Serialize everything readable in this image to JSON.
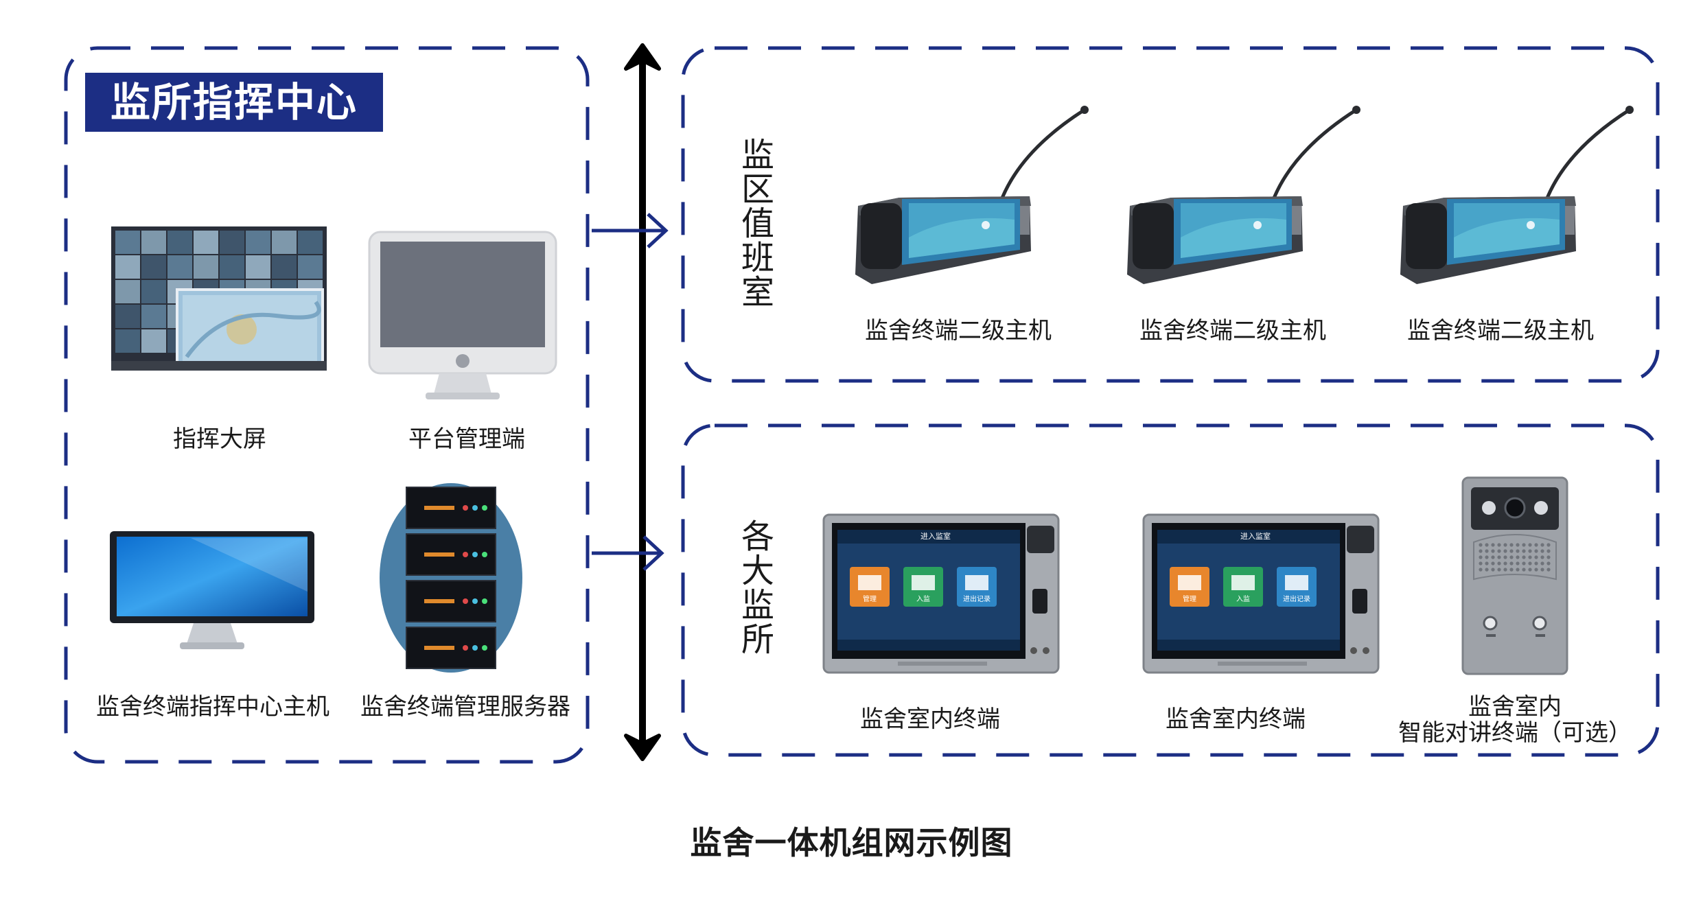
{
  "command_center": {
    "title": "监所指挥中心",
    "devices": [
      {
        "label": "指挥大屏"
      },
      {
        "label": "平台管理端"
      },
      {
        "label": "监舍终端指挥中心主机"
      },
      {
        "label": "监舍终端管理服务器"
      }
    ]
  },
  "duty_room": {
    "title": "监区值班室",
    "devices": [
      {
        "label": "监舍终端二级主机"
      },
      {
        "label": "监舍终端二级主机"
      },
      {
        "label": "监舍终端二级主机"
      }
    ]
  },
  "prisons": {
    "title": "各大监所",
    "devices": [
      {
        "label": "监舍室内终端"
      },
      {
        "label": "监舍室内终端"
      },
      {
        "label_line1": "监舍室内",
        "label_line2": "智能对讲终端（可选）"
      }
    ],
    "screen_ui": {
      "header": "进入监室",
      "tiles": [
        "管理",
        "入监",
        "进出记录"
      ]
    }
  },
  "caption": "监舍一体机组网示例图",
  "colors": {
    "frame": "#1c2e84",
    "title_bg": "#1c2e84",
    "arrow": "#000000",
    "connector": "#1c2e84"
  }
}
